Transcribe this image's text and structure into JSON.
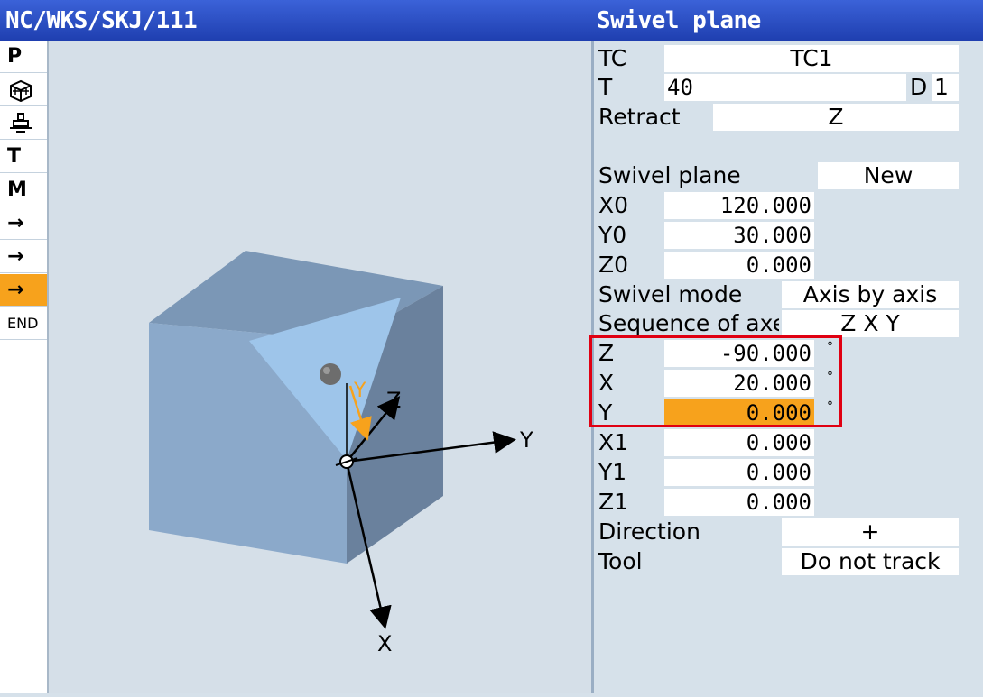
{
  "title": {
    "path": "NC/WKS/SKJ/111",
    "panel_title": "Swivel plane"
  },
  "softkeys": [
    {
      "label": "P",
      "icon": ""
    },
    {
      "label": "",
      "icon": "workpiece-icon"
    },
    {
      "label": "",
      "icon": "tool-holder-icon"
    },
    {
      "label": "T",
      "icon": ""
    },
    {
      "label": "M",
      "icon": ""
    },
    {
      "label": "→",
      "icon": "arrow-right-icon"
    },
    {
      "label": "→",
      "icon": "arrow-right-icon"
    },
    {
      "label": "→",
      "icon": "arrow-right-icon",
      "selected": true
    },
    {
      "label": "END",
      "icon": ""
    }
  ],
  "graphic": {
    "axis_y_outer": "Y",
    "axis_x_outer": "X",
    "axis_z_rot": "Z",
    "axis_y_rot": "Y"
  },
  "params": {
    "tc_label": "TC",
    "tc_value": "TC1",
    "t_label": "T",
    "t_value": "40",
    "d_label": "D",
    "d_value": "1",
    "retract_label": "Retract",
    "retract_value": "Z",
    "plane_label": "Swivel plane",
    "plane_value": "New",
    "x0_label": "X0",
    "x0_value": "120.000",
    "y0_label": "Y0",
    "y0_value": "30.000",
    "z0_label": "Z0",
    "z0_value": "0.000",
    "mode_label": "Swivel mode",
    "mode_value": "Axis by axis",
    "seq_label": "Sequence of axes",
    "seq_value": "Z X Y",
    "rz_label": "Z",
    "rz_value": "-90.000",
    "rx_label": "X",
    "rx_value": "20.000",
    "ry_label": "Y",
    "ry_value": "0.000",
    "deg": "°",
    "x1_label": "X1",
    "x1_value": "0.000",
    "y1_label": "Y1",
    "y1_value": "0.000",
    "z1_label": "Z1",
    "z1_value": "0.000",
    "dir_label": "Direction",
    "dir_value": "+",
    "tool_label": "Tool",
    "tool_value": "Do not track"
  },
  "colors": {
    "titlebar": "#2a4fc8",
    "active_field": "#f7a21c",
    "highlight_box": "#e00012",
    "axis_orange": "#f7a21c"
  }
}
